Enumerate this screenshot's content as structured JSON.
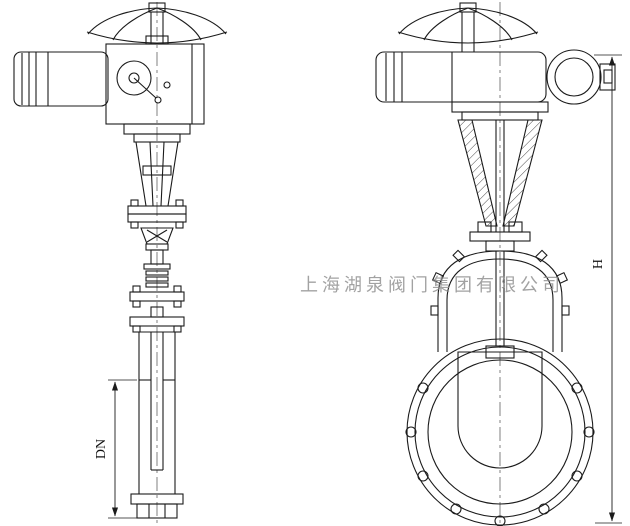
{
  "drawing": {
    "watermark_text": "上海湖泉阀门集团有限公司",
    "dimension_labels": {
      "dn": "DN",
      "h": "H"
    }
  },
  "colors": {
    "background": "#ffffff",
    "line": "#1b1b1b",
    "watermark": "#8c8c8c"
  }
}
